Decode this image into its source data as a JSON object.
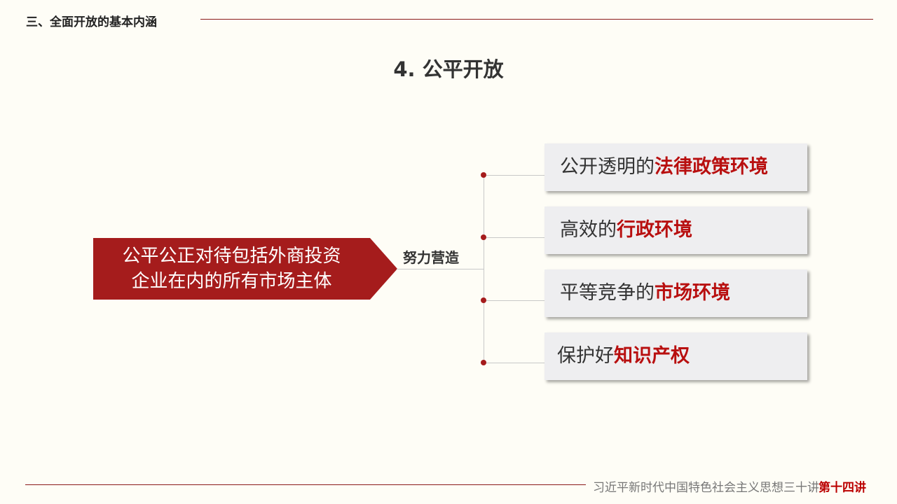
{
  "header": {
    "section": "三、全面开放的基本内涵",
    "title": "4. 公平开放"
  },
  "diagram": {
    "source": "公平公正对待包括外商投资企业在内的所有市场主体",
    "source_lines": [
      "公平公正对待包括外商投资",
      "企业在内的所有市场主体"
    ],
    "verb": "努力营造",
    "items": [
      {
        "plain": "公开透明的",
        "emph": "法律政策环境"
      },
      {
        "plain": "高效的",
        "emph": "行政环境"
      },
      {
        "plain": "平等竞争的",
        "emph": "市场环境"
      },
      {
        "plain": "保护好",
        "emph": "知识产权"
      }
    ]
  },
  "footer": {
    "series": "习近平新时代中国特色社会主义思想三十讲",
    "lecture": "第十四讲"
  },
  "colors": {
    "accent": "#a51c1c",
    "emph": "#b80f0f",
    "background": "#fefdf6"
  }
}
